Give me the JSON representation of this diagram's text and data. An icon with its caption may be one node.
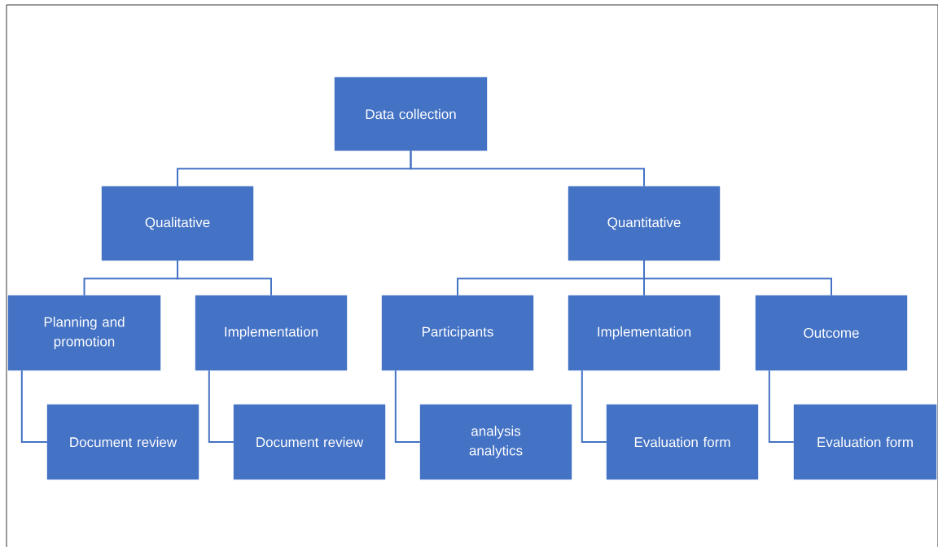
{
  "diagram": {
    "nodes": [
      {
        "text": [
          "Data collection"
        ]
      },
      {
        "text": [
          "Qualitative"
        ]
      },
      {
        "text": [
          "Quantitative"
        ]
      },
      {
        "text": [
          "Planning and promotion"
        ]
      },
      {
        "text": [
          "Implementation"
        ]
      },
      {
        "text": [
          "Participants"
        ]
      },
      {
        "text": [
          "Implementation"
        ]
      },
      {
        "text": [
          "Outcome"
        ]
      },
      {
        "text": [
          "Document review"
        ]
      },
      {
        "text": [
          "Document review"
        ]
      },
      {
        "text": [
          "analysis",
          "analytics"
        ]
      },
      {
        "text": [
          "Evaluation form"
        ]
      },
      {
        "text": [
          "Evaluation form"
        ]
      }
    ],
    "edges": [
      {
        "from": 0,
        "to": 1,
        "arrow": "none"
      },
      {
        "from": 0,
        "to": 2,
        "arrow": "none"
      },
      {
        "from": 1,
        "to": 3,
        "arrow": "none"
      },
      {
        "from": 1,
        "to": 4,
        "arrow": "none"
      },
      {
        "from": 2,
        "to": 5,
        "arrow": "none"
      },
      {
        "from": 2,
        "to": 6,
        "arrow": "none"
      },
      {
        "from": 2,
        "to": 7,
        "arrow": "none"
      },
      {
        "from": 3,
        "to": 8,
        "arrow": "none"
      },
      {
        "from": 4,
        "to": 9,
        "arrow": "none"
      },
      {
        "from": 5,
        "to": 10,
        "arrow": "none"
      },
      {
        "from": 6,
        "to": 11,
        "arrow": "none"
      },
      {
        "from": 7,
        "to": 12,
        "arrow": "none"
      }
    ]
  }
}
